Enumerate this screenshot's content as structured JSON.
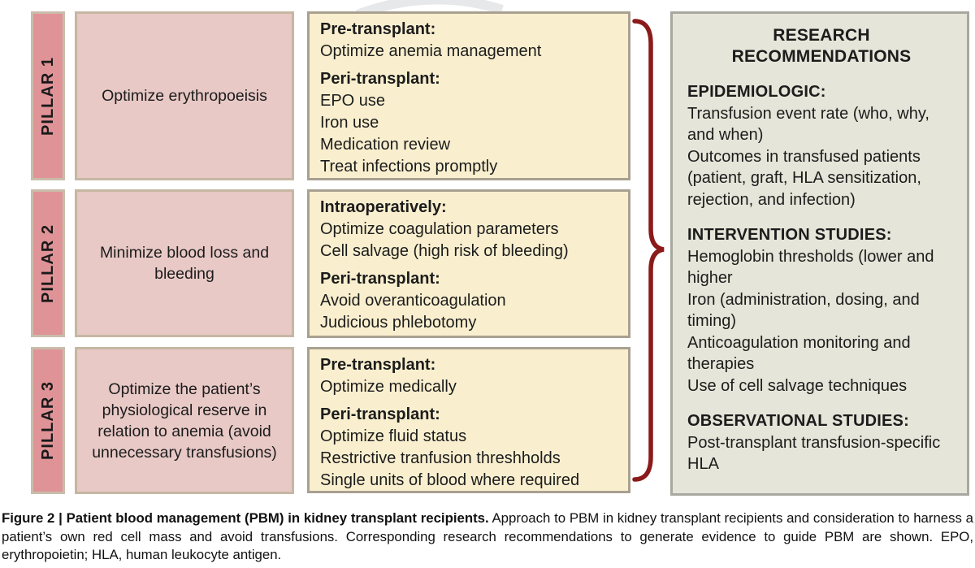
{
  "figure": {
    "pillars": [
      {
        "label": "PILLAR 1",
        "summary": "Optimize erythropoeisis",
        "details": [
          {
            "heading": "Pre-transplant:",
            "items": [
              "Optimize anemia management"
            ]
          },
          {
            "heading": "Peri-transplant:",
            "items": [
              "EPO use",
              "Iron use",
              "Medication review",
              "Treat infections promptly"
            ]
          }
        ]
      },
      {
        "label": "PILLAR 2",
        "summary": "Minimize blood loss and bleeding",
        "details": [
          {
            "heading": "Intraoperatively:",
            "items": [
              "Optimize coagulation parameters",
              "Cell salvage (high risk of bleeding)"
            ]
          },
          {
            "heading": "Peri-transplant:",
            "items": [
              "Avoid overanticoagulation",
              "Judicious phlebotomy"
            ]
          }
        ]
      },
      {
        "label": "PILLAR 3",
        "summary": "Optimize the patient’s physiological reserve in relation to anemia (avoid unnecessary transfusions)",
        "details": [
          {
            "heading": "Pre-transplant:",
            "items": [
              "Optimize medically"
            ]
          },
          {
            "heading": "Peri-transplant:",
            "items": [
              "Optimize fluid status",
              "Restrictive tranfusion threshholds",
              "Single units of blood where required"
            ]
          }
        ]
      }
    ],
    "research": {
      "title": "RESEARCH RECOMMENDATIONS",
      "sections": [
        {
          "heading": "EPIDEMIOLOGIC:",
          "items": [
            "Transfusion event rate (who, why, and when)",
            "Outcomes in transfused patients (patient, graft, HLA sensitization, rejection, and infection)"
          ]
        },
        {
          "heading": "INTERVENTION STUDIES:",
          "items": [
            "Hemoglobin thresholds (lower and higher",
            "Iron (administration, dosing, and timing)",
            "Anticoagulation monitoring and therapies",
            "Use of cell salvage techniques"
          ]
        },
        {
          "heading": "OBSERVATIONAL STUDIES:",
          "items": [
            "Post-transplant transfusion-specific HLA"
          ]
        }
      ]
    },
    "caption": {
      "bold": "Figure 2 | Patient blood management (PBM) in kidney transplant recipients.",
      "text": " Approach to PBM in kidney transplant recipients and consideration to harness a patient’s own red cell mass and avoid transfusions. Corresponding research recommendations to generate evidence to guide PBM are shown. EPO, erythropoietin; HLA, human leukocyte antigen."
    },
    "colors": {
      "pillar_bar_bg": "#e09397",
      "pillar_box_bg": "#e8c9c6",
      "detail_box_bg": "#f9efcf",
      "research_box_bg": "#e5e5d9",
      "tan_border": "#c6b7a3",
      "detail_border": "#a9a090",
      "research_border": "#a8a8a0",
      "brace_red": "#8b1a1a",
      "text": "#1c1c1c"
    }
  }
}
